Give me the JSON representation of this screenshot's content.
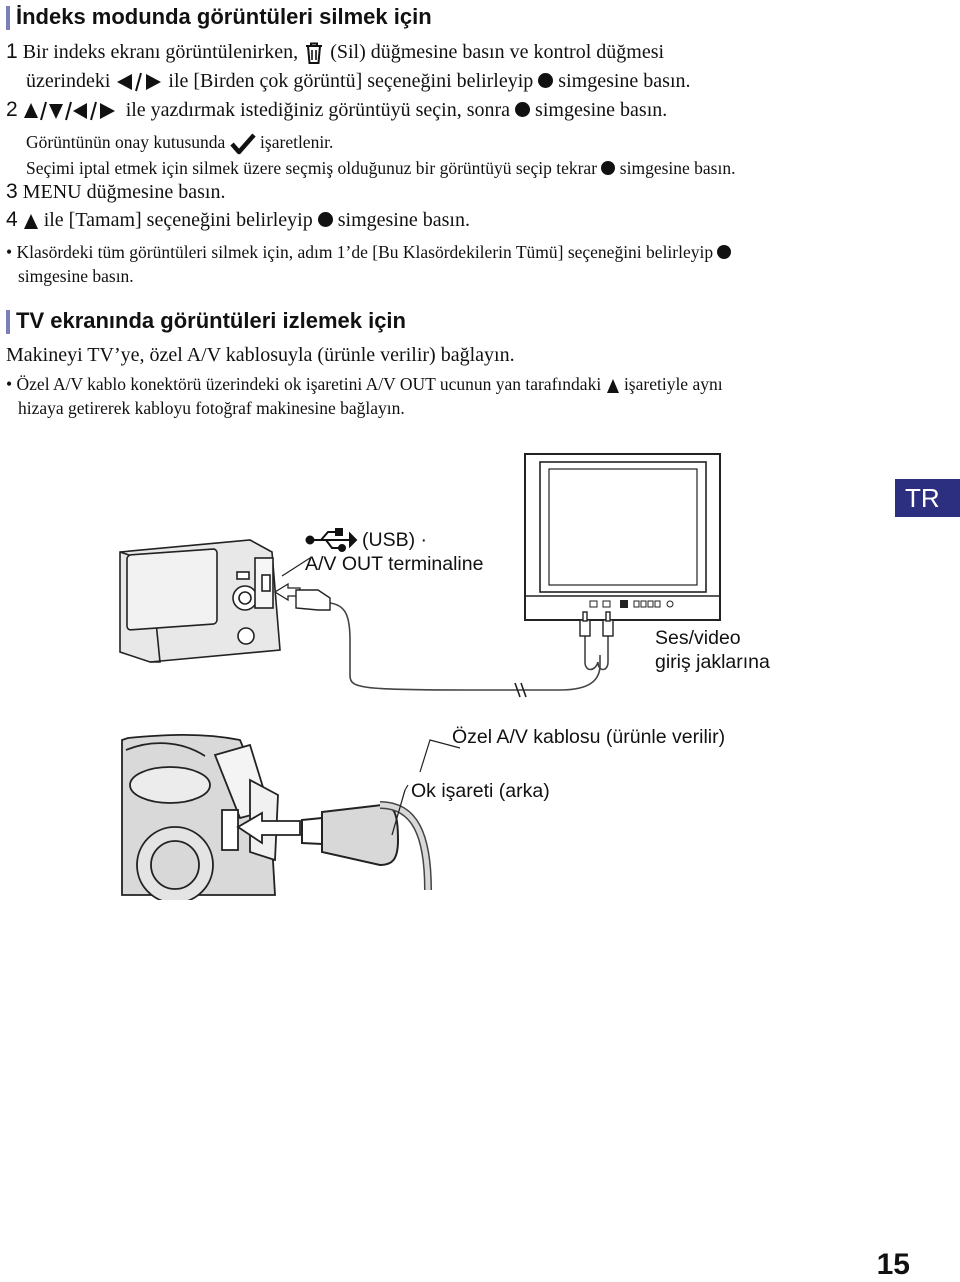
{
  "section1": {
    "title": "İndeks modunda görüntüleri silmek için",
    "step1": {
      "num": "1",
      "a": "Bir indeks ekranı görüntülenirken,",
      "b": "(Sil) düğmesine basın ve kontrol düğmesi",
      "c": "üzerindeki",
      "d": "ile [Birden çok görüntü] seçeneğini belirleyip",
      "e": "simgesine basın."
    },
    "step2": {
      "num": "2",
      "a": "ile yazdırmak istediğiniz görüntüyü seçin, sonra",
      "b": "simgesine basın.",
      "note1a": "Görüntünün onay kutusunda",
      "note1b": "işaretlenir.",
      "note2a": "Seçimi iptal etmek için silmek üzere seçmiş olduğunuz bir görüntüyü seçip tekrar",
      "note2b": "simgesine basın."
    },
    "step3": {
      "num": "3",
      "a": "MENU düğmesine basın."
    },
    "step4": {
      "num": "4",
      "a": "ile [Tamam] seçeneğini belirleyip",
      "b": "simgesine basın."
    },
    "bullet": {
      "a": "Klasördeki tüm görüntüleri silmek için, adım 1’de [Bu Klasördekilerin Tümü] seçeneğini belirleyip",
      "b": "simgesine basın."
    }
  },
  "section2": {
    "title": "TV ekranında görüntüleri izlemek için",
    "intro": "Makineyi TV’ye, özel A/V kablosuyla (ürünle verilir) bağlayın.",
    "bullet_a": "Özel A/V kablo konektörü üzerindeki ok işaretini A/V OUT ucunun yan tarafındaki",
    "bullet_b": "işaretiyle aynı",
    "bullet_c": "hizaya getirerek kabloyu fotoğraf makinesine bağlayın."
  },
  "diagram": {
    "usb_label": "(USB) ·",
    "av_out_label": "A/V OUT terminaline",
    "jacks_label_1": "Ses/video",
    "jacks_label_2": "giriş jaklarına",
    "cable_label": "Özel A/V kablosu (ürünle verilir)",
    "arrow_label": "Ok işareti (arka)"
  },
  "tab_label": "TR",
  "page_number": "15",
  "icons": {
    "trash": "trash-icon",
    "left_right": "left-right-arrows-icon",
    "four_way": "four-way-arrows-icon",
    "center_button": "center-button-dot-icon",
    "check": "check-mark-icon",
    "up": "up-arrow-icon",
    "usb": "usb-icon"
  }
}
